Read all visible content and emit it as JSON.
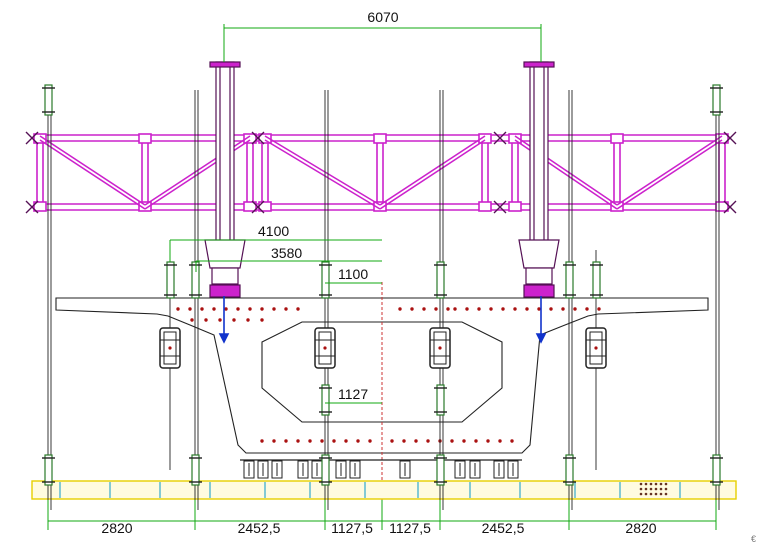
{
  "colors": {
    "background": "#ffffff",
    "truss": "#cc22cc",
    "truss_dark": "#551155",
    "dimension_line": "#11aa11",
    "structure_outline": "#222222",
    "anchor_dot": "#aa1111",
    "load_arrow": "#1133cc",
    "base_beam": "#e6d000",
    "base_beam_divider": "#33aacc",
    "bolt_green": "#2a7a2a",
    "centerline": "#cc3333"
  },
  "icons": {
    "jack_unit": "hanger-jack-icon",
    "rod": "threaded-rod-icon",
    "load": "down-arrow-icon"
  },
  "dimensions": {
    "top_span": "6070",
    "width_outer": "4100",
    "width_inner": "3580",
    "offset_upper": "1100",
    "offset_lower": "1127",
    "bottom": [
      "2820",
      "2452,5",
      "1127,5",
      "1127,5",
      "2452,5",
      "2820"
    ]
  },
  "corner_mark": "€"
}
